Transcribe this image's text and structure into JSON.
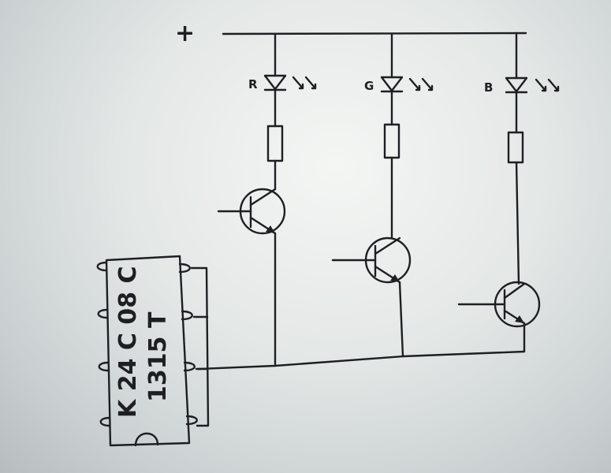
{
  "supply": {
    "label": "+"
  },
  "channels": [
    {
      "led_label": "R"
    },
    {
      "led_label": "G"
    },
    {
      "led_label": "B"
    }
  ],
  "chip": {
    "line1": "K 24 C 08 C",
    "line2": "1315 T"
  },
  "colors": {
    "ink": "#1d1f22",
    "paper": "#e3e7e6"
  }
}
